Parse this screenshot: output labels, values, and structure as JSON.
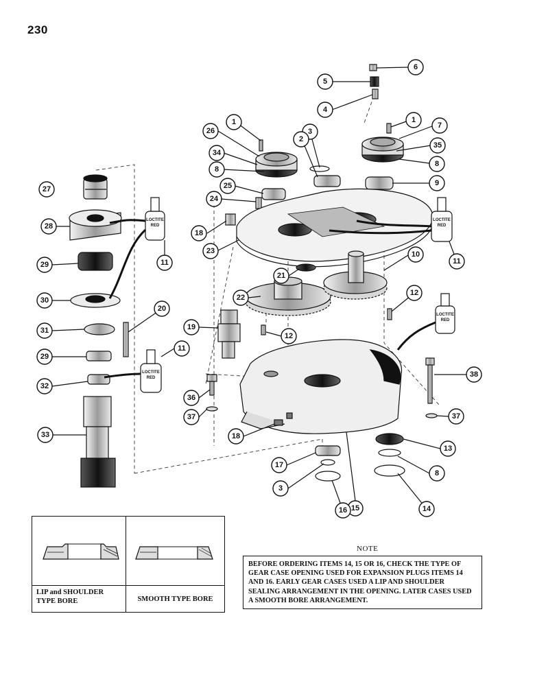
{
  "page_number": "230",
  "callouts": [
    {
      "id": "c6",
      "label": "6"
    },
    {
      "id": "c5",
      "label": "5"
    },
    {
      "id": "c4",
      "label": "4"
    },
    {
      "id": "c1a",
      "label": "1"
    },
    {
      "id": "c1b",
      "label": "1"
    },
    {
      "id": "c7",
      "label": "7"
    },
    {
      "id": "c26",
      "label": "26"
    },
    {
      "id": "c3a",
      "label": "3"
    },
    {
      "id": "c2",
      "label": "2"
    },
    {
      "id": "c35",
      "label": "35"
    },
    {
      "id": "c34",
      "label": "34"
    },
    {
      "id": "c8a",
      "label": "8"
    },
    {
      "id": "c8b",
      "label": "8"
    },
    {
      "id": "c9",
      "label": "9"
    },
    {
      "id": "c27",
      "label": "27"
    },
    {
      "id": "c25",
      "label": "25"
    },
    {
      "id": "c24",
      "label": "24"
    },
    {
      "id": "c28",
      "label": "28"
    },
    {
      "id": "c18a",
      "label": "18"
    },
    {
      "id": "c23",
      "label": "23"
    },
    {
      "id": "c11a",
      "label": "11"
    },
    {
      "id": "c11b",
      "label": "11"
    },
    {
      "id": "c29a",
      "label": "29"
    },
    {
      "id": "c10",
      "label": "10"
    },
    {
      "id": "c21",
      "label": "21"
    },
    {
      "id": "c30",
      "label": "30"
    },
    {
      "id": "c22",
      "label": "22"
    },
    {
      "id": "c20",
      "label": "20"
    },
    {
      "id": "c12a",
      "label": "12"
    },
    {
      "id": "c31",
      "label": "31"
    },
    {
      "id": "c19",
      "label": "19"
    },
    {
      "id": "c12b",
      "label": "12"
    },
    {
      "id": "c29b",
      "label": "29"
    },
    {
      "id": "c11c",
      "label": "11"
    },
    {
      "id": "c32",
      "label": "32"
    },
    {
      "id": "c38",
      "label": "38"
    },
    {
      "id": "c36",
      "label": "36"
    },
    {
      "id": "c37a",
      "label": "37"
    },
    {
      "id": "c37b",
      "label": "37"
    },
    {
      "id": "c33",
      "label": "33"
    },
    {
      "id": "c18b",
      "label": "18"
    },
    {
      "id": "c13",
      "label": "13"
    },
    {
      "id": "c17",
      "label": "17"
    },
    {
      "id": "c8c",
      "label": "8"
    },
    {
      "id": "c3b",
      "label": "3"
    },
    {
      "id": "c15",
      "label": "15"
    },
    {
      "id": "c14",
      "label": "14"
    },
    {
      "id": "c16",
      "label": "16"
    }
  ],
  "bottle_text": {
    "line1": "LOCTITE",
    "line2": "RED"
  },
  "bore_table": {
    "lip_label": "LIP and SHOULDER TYPE BORE",
    "smooth_label": "SMOOTH TYPE BORE"
  },
  "note": {
    "title": "NOTE",
    "text": "Before ordering items 14, 15 or 16, check the type of gear case opening used for expansion plugs items 14 and 16. Early gear cases used a lip and shoulder sealing arrangement in the opening. Later cases used a smooth bore arrangement."
  }
}
